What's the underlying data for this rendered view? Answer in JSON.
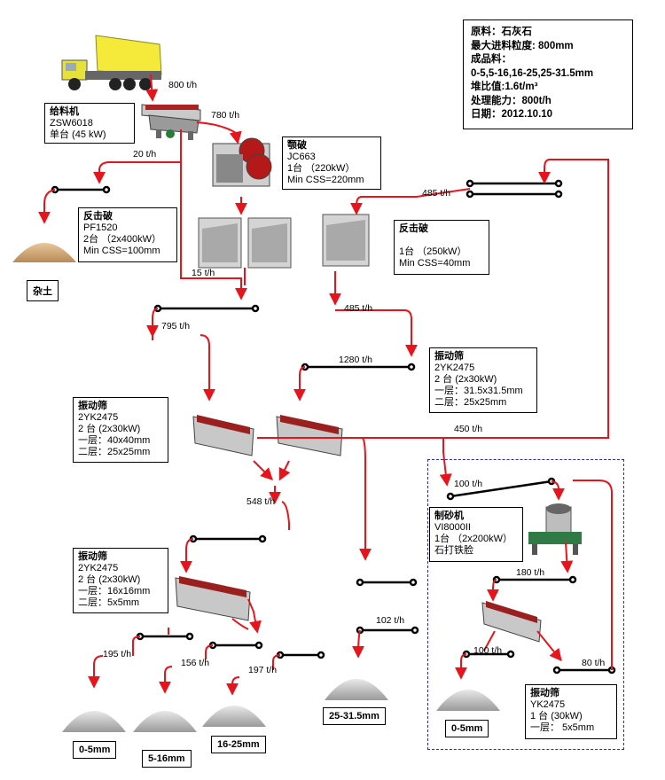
{
  "info": {
    "material": "原料：石灰石",
    "max_feed": "最大进料粒度: 800mm",
    "products_title": "成品料：",
    "products": "0-5,5-16,16-25,25-31.5mm",
    "density": "堆比值:1.6t/m³",
    "capacity": "处理能力：800t/h",
    "date": "日期：2012.10.10"
  },
  "boxes": {
    "feeder": {
      "title": "给料机",
      "model": "ZSW6018",
      "spec": "单台 (45 kW)"
    },
    "jaw": {
      "title": "颚破",
      "model": "JC663",
      "qty": "1台 （220kW）",
      "css": "Min CSS=220mm"
    },
    "impact1": {
      "title": "反击破",
      "model": "PF1520",
      "qty": "2台 （2x400kW）",
      "css": "Min CSS=100mm"
    },
    "impact2": {
      "title": "反击破",
      "qty": "1台 （250kW）",
      "css": "Min CSS=40mm"
    },
    "screen_right": {
      "title": "振动筛",
      "model": "2YK2475",
      "qty": "2 台  (2x30kW)",
      "l1": "一层：31.5x31.5mm",
      "l2": "二层：25x25mm"
    },
    "screen_left": {
      "title": "振动筛",
      "model": "2YK2475",
      "qty": "2 台  (2x30kW)",
      "l1": "一层：40x40mm",
      "l2": "二层：25x25mm"
    },
    "screen_mid": {
      "title": "振动筛",
      "model": "2YK2475",
      "qty": "2 台  (2x30kW)",
      "l1": "一层：16x16mm",
      "l2": "二层：5x5mm"
    },
    "sand": {
      "title": "制砂机",
      "model": "VI8000II",
      "qty": "1台  （2x200kW）",
      "note": "石打铁脸"
    },
    "screen_small": {
      "title": "振动筛",
      "model": "YK2475",
      "qty": "1 台  (30kW)",
      "l1": "一层：  5x5mm"
    }
  },
  "flows": {
    "f800": "800 t/h",
    "f780": "780 t/h",
    "f20": "20 t/h",
    "f15": "15 t/h",
    "f485a": "485 t/h",
    "f485b": "485 t/h",
    "f795": "795 t/h",
    "f1280": "1280 t/h",
    "f450": "450 t/h",
    "f548": "548 t/h",
    "f100a": "100 t/h",
    "f180": "180 t/h",
    "f102": "102 t/h",
    "f195": "195 t/h",
    "f156": "156 t/h",
    "f197": "197 t/h",
    "f100b": "100 t/h",
    "f80": "80 t/h"
  },
  "piles": {
    "waste": "杂土",
    "p05": "0-5mm",
    "p516": "5-16mm",
    "p1625": "16-25mm",
    "p2531": "25-31.5mm",
    "p05b": "0-5mm"
  }
}
